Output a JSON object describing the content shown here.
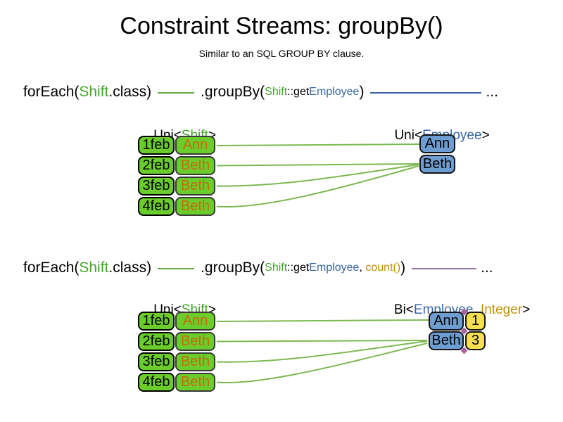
{
  "title": "Constraint Streams: groupBy()",
  "subtitle": "Similar to an SQL GROUP BY clause.",
  "colors": {
    "shift_green": "#43A629",
    "employee_blue": "#3465A4",
    "integer_gold": "#BF9000",
    "box_green": "#6BCD2C",
    "box_blue": "#6D9DD1",
    "box_yellow": "#F6DF4E",
    "cell_text_orange": "#CC6611",
    "connector_green": "#7CB950",
    "connector_green2": "#69A846",
    "connector_blue": "#3465A4",
    "connector_purple": "#9673A6",
    "diamond_magenta": "#A8639C"
  },
  "section1": {
    "code": {
      "foreach": "forEach(",
      "shift": "Shift",
      "class_close": ".class)",
      "groupby": ".groupBy(",
      "arg_shift": "Shift",
      "arg_getter": "::get",
      "arg_employee": "Employee",
      "close_paren": ")",
      "ellipsis": "..."
    },
    "left_label": {
      "pre": "Uni<",
      "type": "Shift",
      "post": ">"
    },
    "right_label": {
      "pre": "Uni<",
      "type": "Employee",
      "post": ">"
    },
    "table": {
      "rows": [
        {
          "date": "1feb",
          "employee": "Ann"
        },
        {
          "date": "2feb",
          "employee": "Beth"
        },
        {
          "date": "3feb",
          "employee": "Beth"
        },
        {
          "date": "4feb",
          "employee": "Beth"
        }
      ]
    },
    "groups": [
      {
        "employee": "Ann"
      },
      {
        "employee": "Beth"
      }
    ]
  },
  "section2": {
    "code": {
      "foreach": "forEach(",
      "shift": "Shift",
      "class_close": ".class)",
      "groupby": ".groupBy(",
      "arg_shift": "Shift",
      "arg_getter": "::get",
      "arg_employee": "Employee",
      "arg_comma": ", ",
      "arg_count": "count()",
      "close_paren": ")",
      "ellipsis": "..."
    },
    "left_label": {
      "pre": "Uni<",
      "type": "Shift",
      "post": ">"
    },
    "right_label": {
      "pre": "Bi<",
      "type1": "Employee",
      "comma": ", ",
      "type2": "Integer",
      "post": ">"
    },
    "table": {
      "rows": [
        {
          "date": "1feb",
          "employee": "Ann"
        },
        {
          "date": "2feb",
          "employee": "Beth"
        },
        {
          "date": "3feb",
          "employee": "Beth"
        },
        {
          "date": "4feb",
          "employee": "Beth"
        }
      ]
    },
    "groups": [
      {
        "employee": "Ann",
        "count": "1"
      },
      {
        "employee": "Beth",
        "count": "3"
      }
    ]
  }
}
